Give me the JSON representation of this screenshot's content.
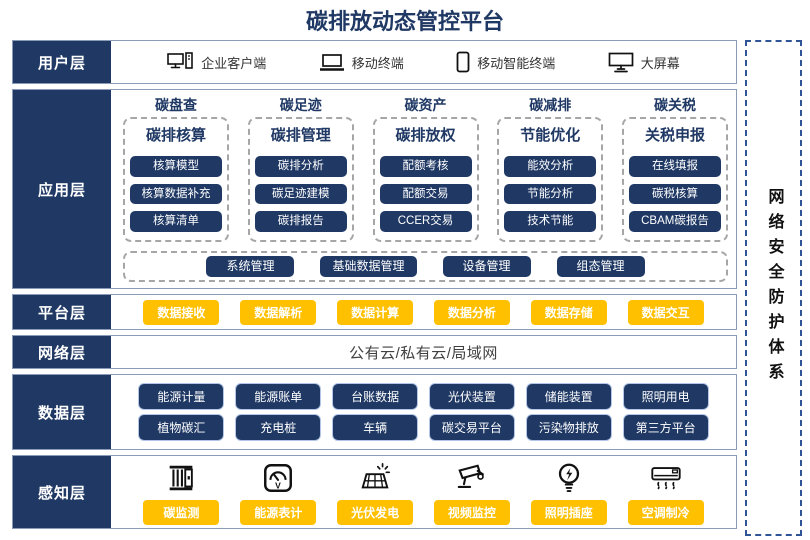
{
  "title": "碳排放动态管控平台",
  "security_sidebar": {
    "label": "网络安全防护体系"
  },
  "colors": {
    "navy": "#1f3864",
    "yellow": "#ffc000",
    "row_border": "#8a9bb8",
    "dashed_gray": "#a6a6a6",
    "sidebar_dash": "#2f5597"
  },
  "layers": {
    "user": {
      "label": "用户层",
      "items": [
        {
          "icon": "desktop-pc-icon",
          "label": "企业客户端"
        },
        {
          "icon": "laptop-icon",
          "label": "移动终端"
        },
        {
          "icon": "smartphone-icon",
          "label": "移动智能终端"
        },
        {
          "icon": "big-screen-icon",
          "label": "大屏幕"
        }
      ]
    },
    "application": {
      "label": "应用层",
      "columns": [
        {
          "header": "碳盘查",
          "group": "碳排核算",
          "buttons": [
            "核算模型",
            "核算数据补充",
            "核算清单"
          ]
        },
        {
          "header": "碳足迹",
          "group": "碳排管理",
          "buttons": [
            "碳排分析",
            "碳足迹建模",
            "碳排报告"
          ]
        },
        {
          "header": "碳资产",
          "group": "碳排放权",
          "buttons": [
            "配额考核",
            "配额交易",
            "CCER交易"
          ]
        },
        {
          "header": "碳减排",
          "group": "节能优化",
          "buttons": [
            "能效分析",
            "节能分析",
            "技术节能"
          ]
        },
        {
          "header": "碳关税",
          "group": "关税申报",
          "buttons": [
            "在线填报",
            "碳税核算",
            "CBAM碳报告"
          ]
        }
      ],
      "common_buttons": [
        "系统管理",
        "基础数据管理",
        "设备管理",
        "组态管理"
      ]
    },
    "platform": {
      "label": "平台层",
      "buttons": [
        "数据接收",
        "数据解析",
        "数据计算",
        "数据分析",
        "数据存储",
        "数据交互"
      ]
    },
    "network": {
      "label": "网络层",
      "text": "公有云/私有云/局域网"
    },
    "data": {
      "label": "数据层",
      "rows": [
        [
          "能源计量",
          "能源账单",
          "台账数据",
          "光伏装置",
          "储能装置",
          "照明用电"
        ],
        [
          "植物碳汇",
          "充电桩",
          "车辆",
          "碳交易平台",
          "污染物排放",
          "第三方平台"
        ]
      ]
    },
    "perception": {
      "label": "感知层",
      "items": [
        {
          "icon": "carbon-monitor-icon",
          "label": "碳监测"
        },
        {
          "icon": "energy-meter-icon",
          "label": "能源表计"
        },
        {
          "icon": "solar-panel-icon",
          "label": "光伏发电"
        },
        {
          "icon": "cctv-camera-icon",
          "label": "视频监控"
        },
        {
          "icon": "light-bulb-icon",
          "label": "照明插座"
        },
        {
          "icon": "air-conditioner-icon",
          "label": "空调制冷"
        }
      ]
    }
  }
}
